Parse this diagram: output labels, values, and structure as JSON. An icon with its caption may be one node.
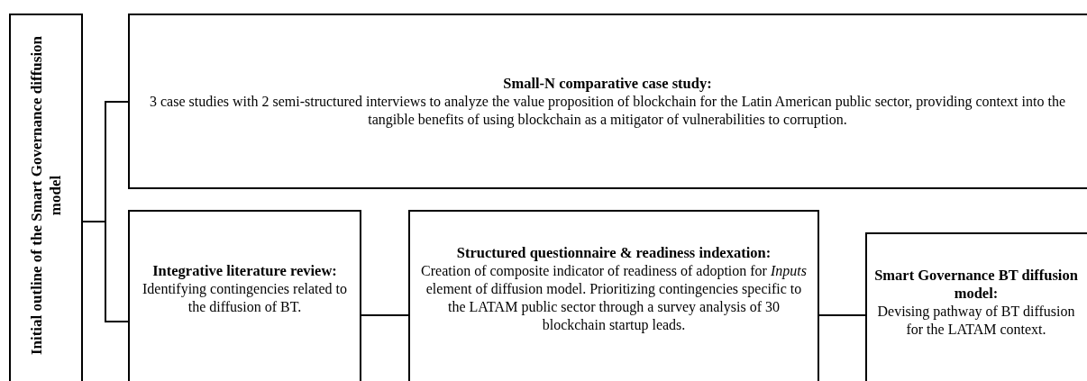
{
  "diagram": {
    "nodes": [
      {
        "text": [
          "Initial outline of the Smart Governance diffusion model"
        ]
      },
      {
        "text": [
          "Small-N comparative case study:",
          "3 case studies with 2 semi-structured interviews to analyze the value proposition of blockchain for the Latin American public sector, providing context into the tangible benefits of using blockchain as a mitigator of vulnerabilities to corruption."
        ]
      },
      {
        "text": [
          "Integrative literature review:",
          "Identifying contingencies related to the diffusion of BT."
        ]
      },
      {
        "text": [
          "Structured questionnaire & readiness indexation:",
          "Creation of composite indicator of readiness of adoption for *Inputs* element of diffusion model. Prioritizing contingencies specific to the LATAM public sector through a survey analysis of 30 blockchain startup leads."
        ]
      },
      {
        "text": [
          "Smart Governance BT diffusion model:",
          "Devising pathway of BT diffusion for the LATAM context."
        ]
      }
    ],
    "edges": [
      {
        "from": 0,
        "to": 1,
        "arrow": "none"
      },
      {
        "from": 0,
        "to": 2,
        "arrow": "none"
      },
      {
        "from": 2,
        "to": 3,
        "arrow": "none"
      },
      {
        "from": 3,
        "to": 4,
        "arrow": "none"
      }
    ]
  }
}
